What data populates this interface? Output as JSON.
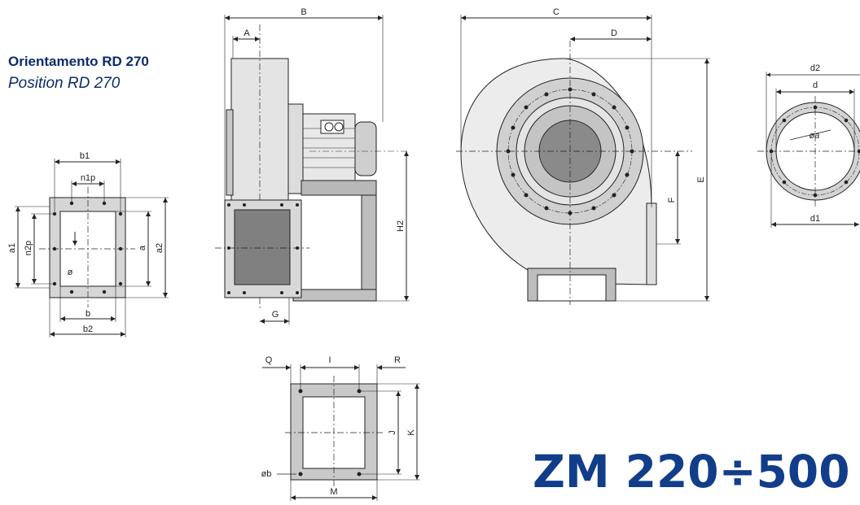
{
  "title": {
    "italian": "Orientamento RD 270",
    "english": "Position RD 270"
  },
  "model": "ZM 220÷500",
  "dimension_labels": {
    "A": "A",
    "B": "B",
    "C": "C",
    "D": "D",
    "E": "E",
    "F": "F",
    "G": "G",
    "H2": "H2",
    "a": "a",
    "a1": "a1",
    "a2": "a2",
    "b": "b",
    "b1": "b1",
    "b2": "b2",
    "n1p": "n1p",
    "n2p": "n2p",
    "phi": "ø",
    "d": "d",
    "d1": "d1",
    "d2": "d2",
    "phi_a": "øa",
    "Q": "Q",
    "I": "I",
    "R": "R",
    "J": "J",
    "K": "K",
    "M": "M",
    "phi_b": "øb"
  },
  "colors": {
    "title": "#0b2d6b",
    "model": "#123d8a",
    "line": "#222222",
    "metal_light": "#d4d4d4",
    "metal_dark": "#808080"
  }
}
